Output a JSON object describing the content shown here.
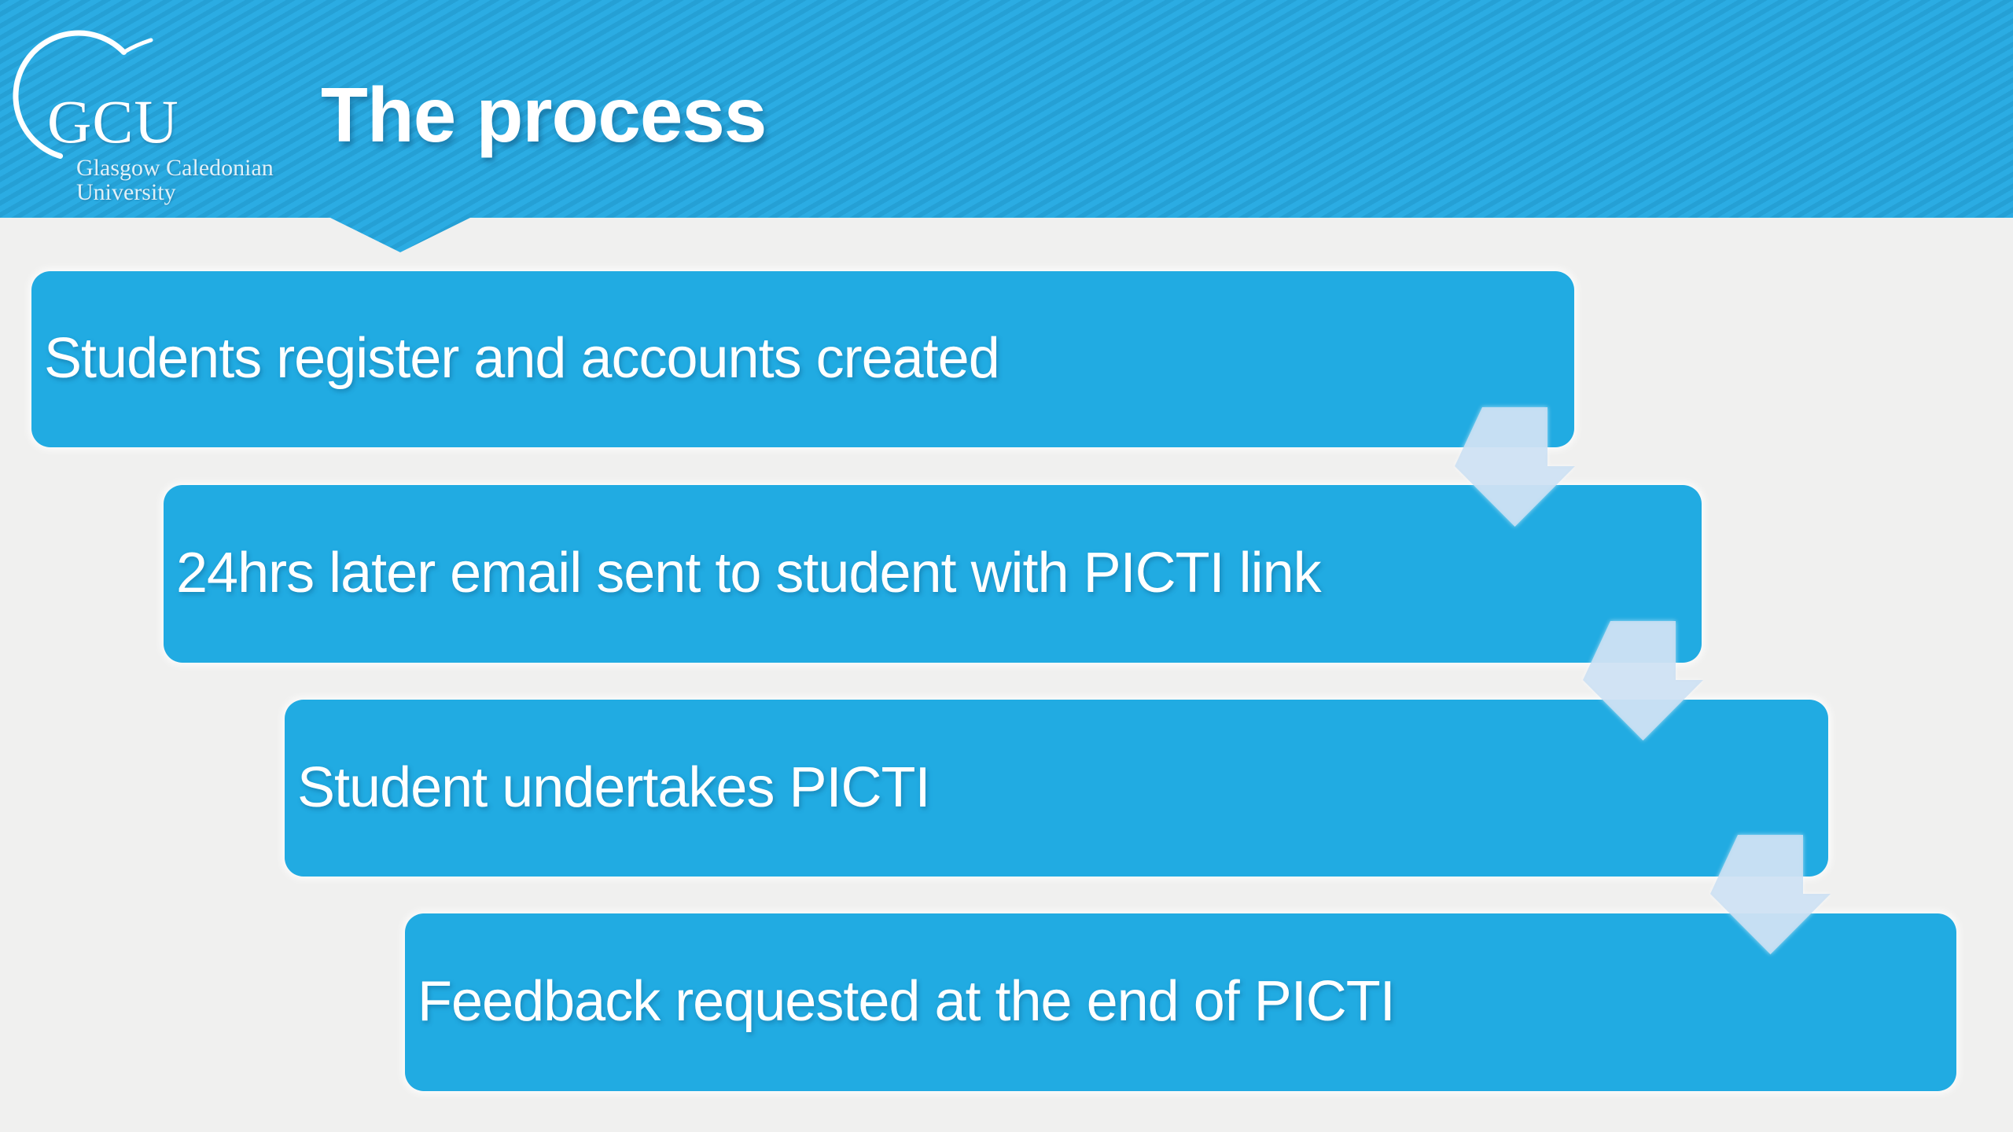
{
  "slide": {
    "title": "The process",
    "logo": {
      "acronym": "GCU",
      "name_line1": "Glasgow Caledonian",
      "name_line2": "University"
    },
    "process_steps": [
      {
        "label": "Students register and accounts created"
      },
      {
        "label": "24hrs later email sent to student with PICTI link"
      },
      {
        "label": "Student undertakes PICTI"
      },
      {
        "label": "Feedback requested at the end of PICTI"
      }
    ],
    "icons": {
      "step_connector": "down-arrow-icon",
      "logo_mark": "circle-arc-icon"
    },
    "colors": {
      "accent_blue": "#21ABE2",
      "stripe_dark_blue": "#25A0D5",
      "stripe_light_blue": "#2BACE3",
      "background_gray": "#F0F0EF",
      "arrow_light_blue": "#CCE0F3",
      "text_white": "#FFFFFF"
    }
  }
}
